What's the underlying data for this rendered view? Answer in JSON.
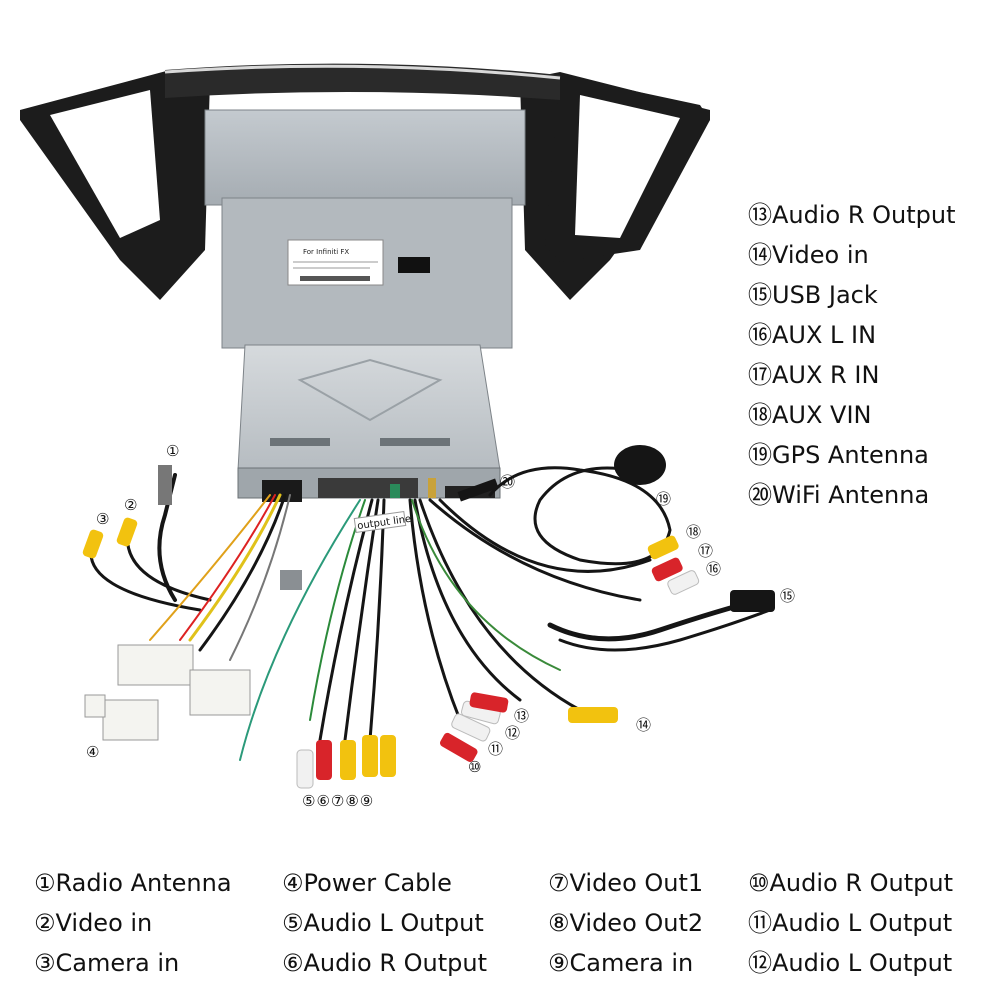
{
  "legend_right": [
    {
      "num": "⑬",
      "label": "Audio R Output"
    },
    {
      "num": "⑭",
      "label": "Video in"
    },
    {
      "num": "⑮",
      "label": "USB Jack"
    },
    {
      "num": "⑯",
      "label": "AUX L IN"
    },
    {
      "num": "⑰",
      "label": "AUX R IN"
    },
    {
      "num": "⑱",
      "label": "AUX VIN"
    },
    {
      "num": "⑲",
      "label": "GPS Antenna"
    },
    {
      "num": "⑳",
      "label": "WiFi Antenna"
    }
  ],
  "legend_bottom": [
    {
      "num": "①",
      "label": "Radio Antenna"
    },
    {
      "num": "②",
      "label": "Video in"
    },
    {
      "num": "③",
      "label": "Camera in"
    },
    {
      "num": "④",
      "label": "Power Cable"
    },
    {
      "num": "⑤",
      "label": "Audio L Output"
    },
    {
      "num": "⑥",
      "label": "Audio R Output"
    },
    {
      "num": "⑦",
      "label": "Video Out1"
    },
    {
      "num": "⑧",
      "label": "Video Out2"
    },
    {
      "num": "⑨",
      "label": "Camera in"
    },
    {
      "num": "⑩",
      "label": "Audio R Output"
    },
    {
      "num": "⑪",
      "label": "Audio L Output"
    },
    {
      "num": "⑫",
      "label": "Audio L Output"
    }
  ],
  "callouts": {
    "c1": "①",
    "c2": "②",
    "c3": "③",
    "c4": "④",
    "c5_9": "⑤⑥⑦⑧⑨",
    "c10": "⑩",
    "c11": "⑪",
    "c12": "⑫",
    "c13": "⑬",
    "c14": "⑭",
    "c15": "⑮",
    "c16": "⑯",
    "c17": "⑰",
    "c18": "⑱",
    "c19": "⑲",
    "c20": "⑳"
  },
  "unit_sticker": {
    "title": "For Infiniti FX"
  },
  "harness_tag": "output line",
  "colors": {
    "frame": "#1c1c1c",
    "metal": "#b9bfc4",
    "metal_dark": "#8e959b",
    "rca_red": "#d8242a",
    "rca_yellow": "#f2c20f",
    "rca_white": "#f1f1f1",
    "connector": "#f4f4f0",
    "cable": "#151515"
  }
}
